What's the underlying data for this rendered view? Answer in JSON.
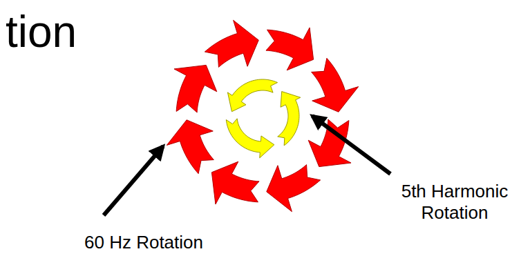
{
  "diagram": {
    "title": "tion",
    "labels": [
      "60 Hz Rotation",
      "5th Harmonic Rotation"
    ]
  }
}
